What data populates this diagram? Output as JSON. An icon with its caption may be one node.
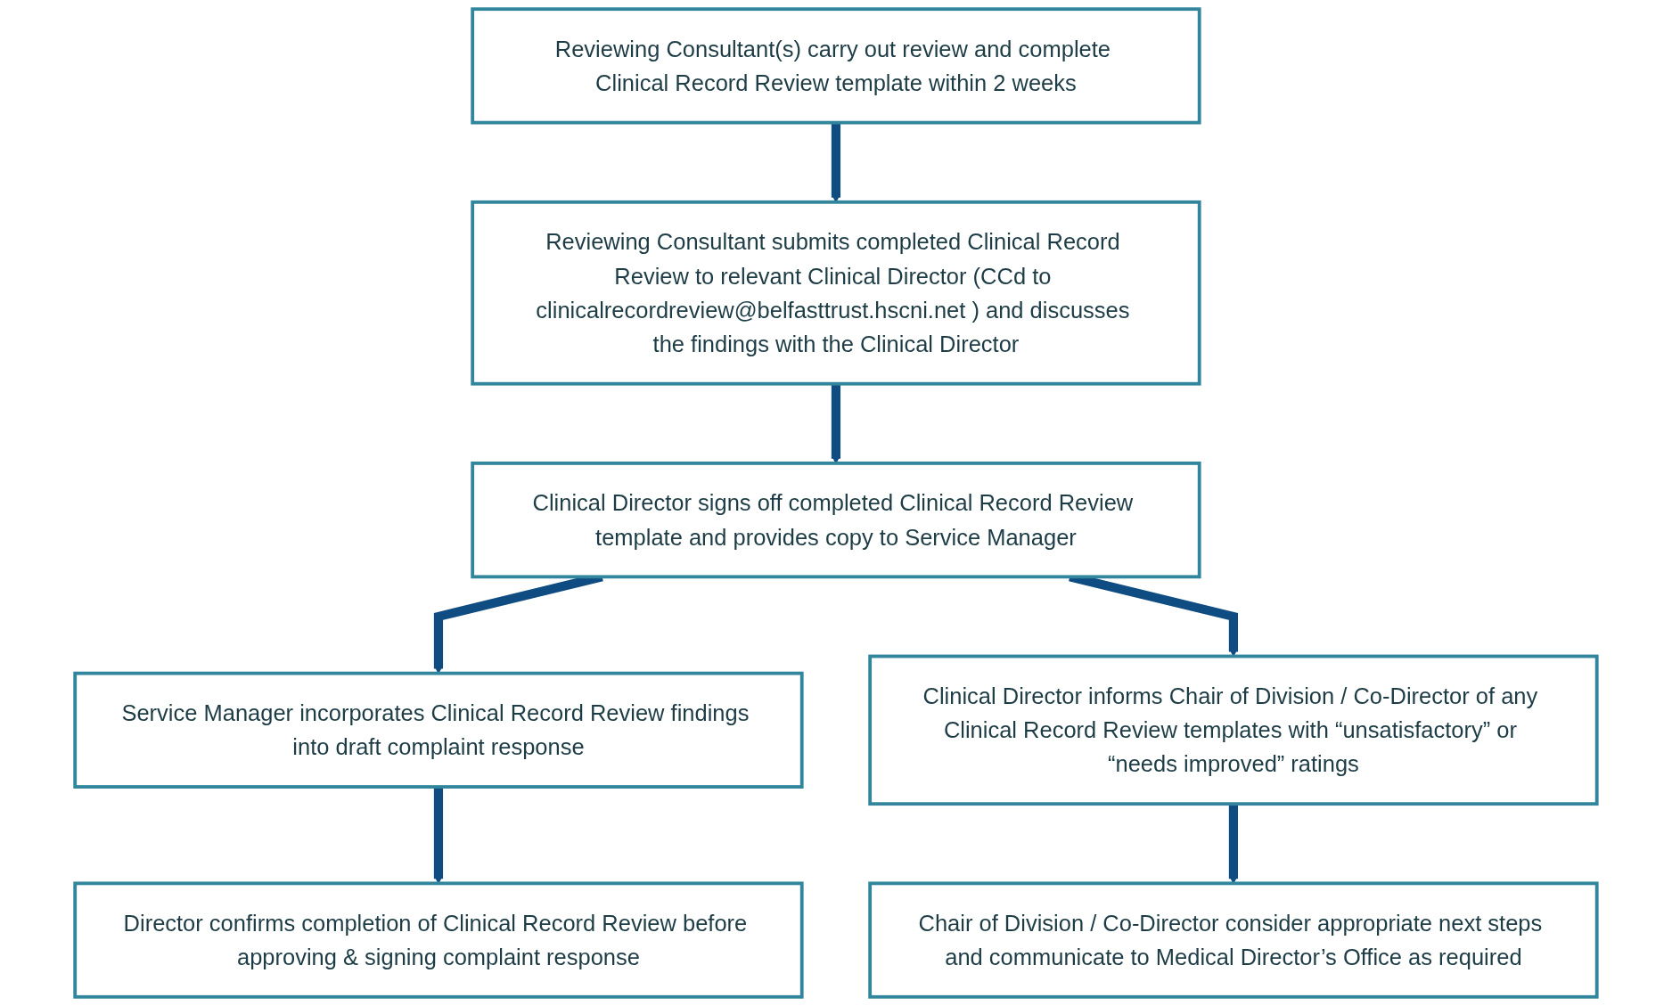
{
  "diagram": {
    "nodes": [
      {
        "text": [
          "Reviewing Consultant(s) carry out review and complete Clinical Record Review template within 2 weeks"
        ]
      },
      {
        "text": [
          "Reviewing Consultant submits completed Clinical Record Review to relevant Clinical Director (CCd to clinicalrecordreview@belfasttrust.hscni.net ) and discusses the findings with the Clinical Director"
        ]
      },
      {
        "text": [
          "Clinical Director signs off completed Clinical Record Review template and provides copy to Service Manager"
        ]
      },
      {
        "text": [
          "Service Manager incorporates Clinical Record Review findings into draft complaint response"
        ]
      },
      {
        "text": [
          "Clinical Director informs Chair of Division / Co-Director of any Clinical Record Review templates with “unsatisfactory” or “needs improved” ratings"
        ]
      },
      {
        "text": [
          "Director confirms completion of Clinical Record Review before approving & signing complaint response"
        ]
      },
      {
        "text": [
          "Chair of Division / Co-Director consider appropriate next steps and communicate to Medical Director’s Office as required"
        ]
      }
    ],
    "edges": [
      {
        "from": 0,
        "to": 1,
        "arrow": "to"
      },
      {
        "from": 1,
        "to": 2,
        "arrow": "to"
      },
      {
        "from": 2,
        "to": 3,
        "arrow": "to"
      },
      {
        "from": 2,
        "to": 4,
        "arrow": "to"
      },
      {
        "from": 3,
        "to": 5,
        "arrow": "to"
      },
      {
        "from": 4,
        "to": 6,
        "arrow": "to"
      }
    ]
  }
}
